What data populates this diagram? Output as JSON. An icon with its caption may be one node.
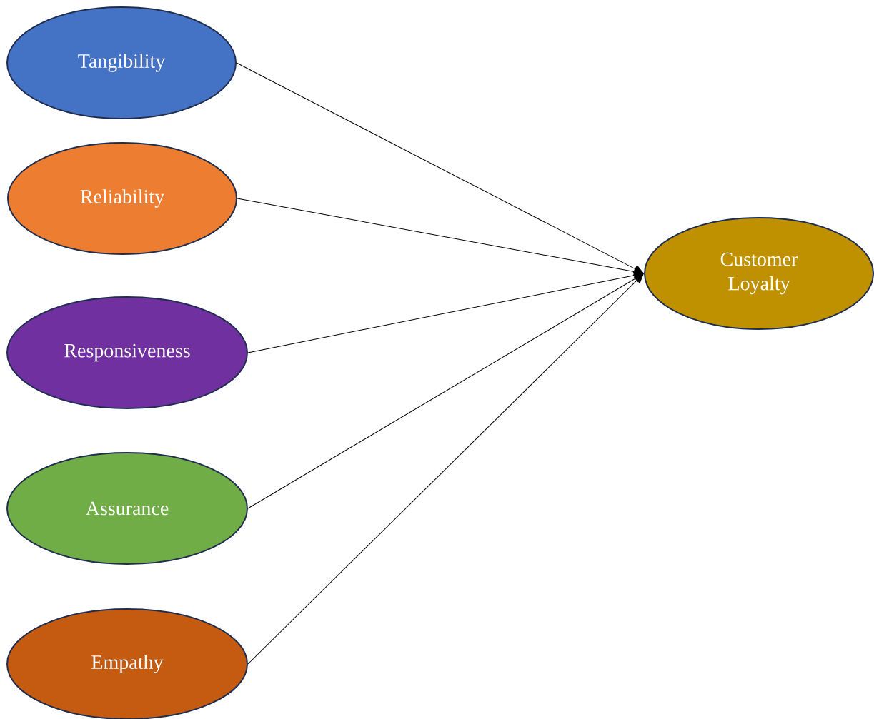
{
  "diagram": {
    "nodes": [
      {
        "text": [
          "Tangibility"
        ]
      },
      {
        "text": [
          "Reliability"
        ]
      },
      {
        "text": [
          "Responsiveness"
        ]
      },
      {
        "text": [
          "Assurance"
        ]
      },
      {
        "text": [
          "Empathy"
        ]
      },
      {
        "text": [
          "Customer Loyalty"
        ]
      }
    ],
    "edges": [
      {
        "from": 0,
        "to": 5,
        "arrow": "to"
      },
      {
        "from": 1,
        "to": 5,
        "arrow": "to"
      },
      {
        "from": 2,
        "to": 5,
        "arrow": "to"
      },
      {
        "from": 3,
        "to": 5,
        "arrow": "to"
      },
      {
        "from": 4,
        "to": 5,
        "arrow": "to"
      }
    ]
  }
}
